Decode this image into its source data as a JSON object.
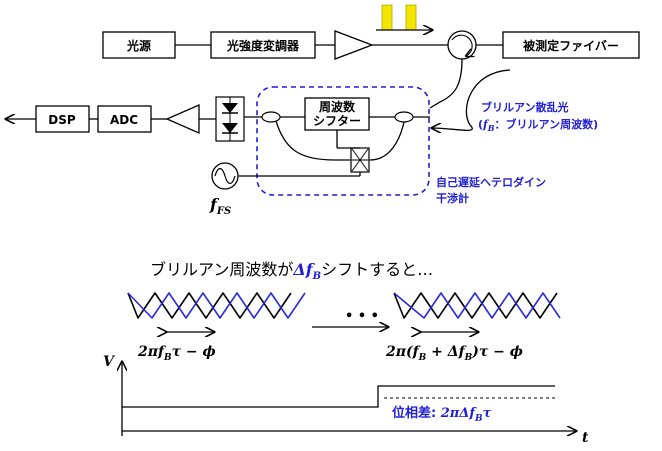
{
  "blocks": {
    "light_source": "光源",
    "intensity_modulator": "光強度変調器",
    "fiber_under_test": "被測定ファイバー",
    "freq_shifter_line1": "周波数",
    "freq_shifter_line2": "シフター",
    "dsp": "DSP",
    "adc": "ADC"
  },
  "annotations": {
    "brillouin_line1": "ブリルアン散乱光",
    "brillouin_line2": "(",
    "fb_symbol": "f",
    "fb_sub": "B",
    "brillouin_line2_rest": "：ブリルアン周波数)",
    "interferometer_line1": "自己遅延ヘテロダイン",
    "interferometer_line2": "干渉計",
    "ffs_symbol": "f",
    "ffs_sub": "FS"
  },
  "lower": {
    "heading_pre": "ブリルアン周波数が",
    "heading_math": "Δf",
    "heading_sub": "B",
    "heading_post": "シフトすると…",
    "ellipsis": "• • •",
    "phase_left": "2πf",
    "phase_left_sub": "B",
    "phase_left_post": "τ − ϕ",
    "phase_right_pre": "2π(f",
    "phase_right_sub1": "B",
    "phase_right_mid": " + Δf",
    "phase_right_sub2": "B",
    "phase_right_post": ")τ − ϕ",
    "axis_v": "V",
    "axis_t": "t",
    "phase_diff_label": "位相差: ",
    "phase_diff_math": "2πΔf",
    "phase_diff_sub": "B",
    "phase_diff_post": "τ"
  },
  "colors": {
    "accent_blue": "#1f1fd6",
    "pulse_yellow": "#f2e600",
    "wave_blue": "#2a2ae0"
  }
}
